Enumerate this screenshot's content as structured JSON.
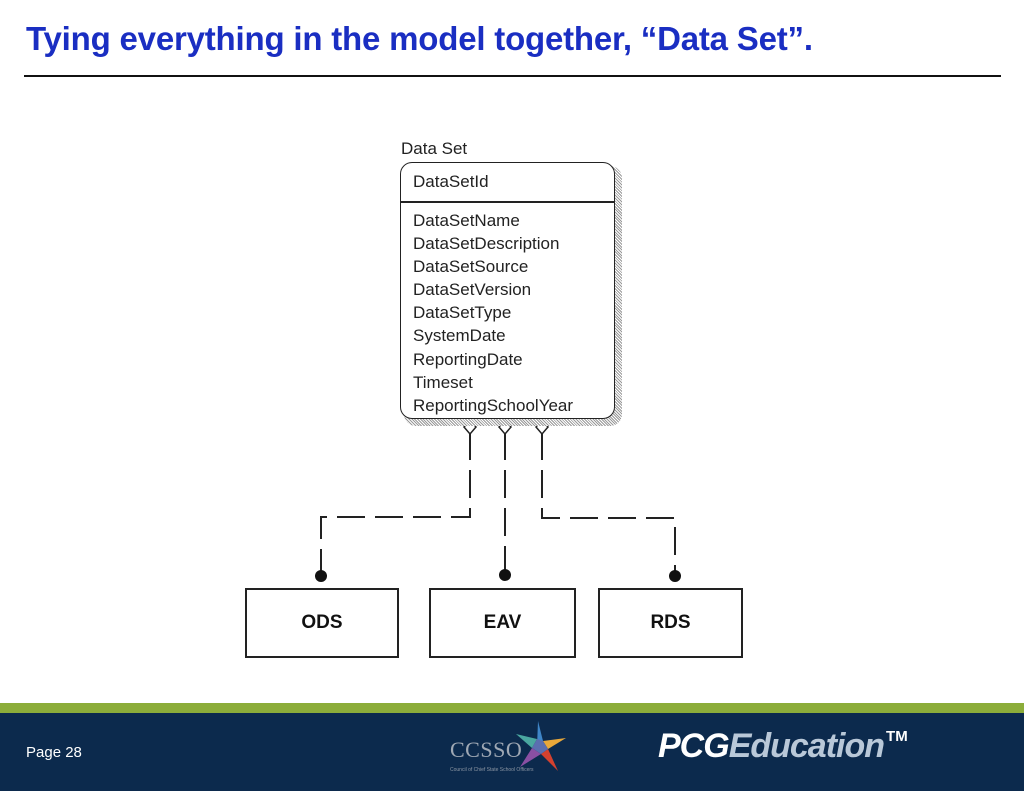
{
  "slide": {
    "title": "Tying everything in the model together, “Data Set”."
  },
  "entity": {
    "name": "Data Set",
    "key_attribute": "DataSetId",
    "attributes": [
      "DataSetName",
      "DataSetDescription",
      "DataSetSource",
      "DataSetVersion",
      "DataSetType",
      "SystemDate",
      "ReportingDate",
      "Timeset",
      "ReportingSchoolYear"
    ]
  },
  "targets": {
    "ods": "ODS",
    "eav": "EAV",
    "rds": "RDS"
  },
  "footer": {
    "page_label": "Page 28",
    "ccsso_name": "CCSSO",
    "ccsso_tagline": "Council of Chief State School Officers",
    "pcg_brand": "PCG",
    "pcg_product": "Education",
    "trademark": "TM"
  },
  "colors": {
    "title_blue": "#1a2ec2",
    "footer_navy": "#0c2a4d",
    "footer_green": "#8cad3a"
  }
}
